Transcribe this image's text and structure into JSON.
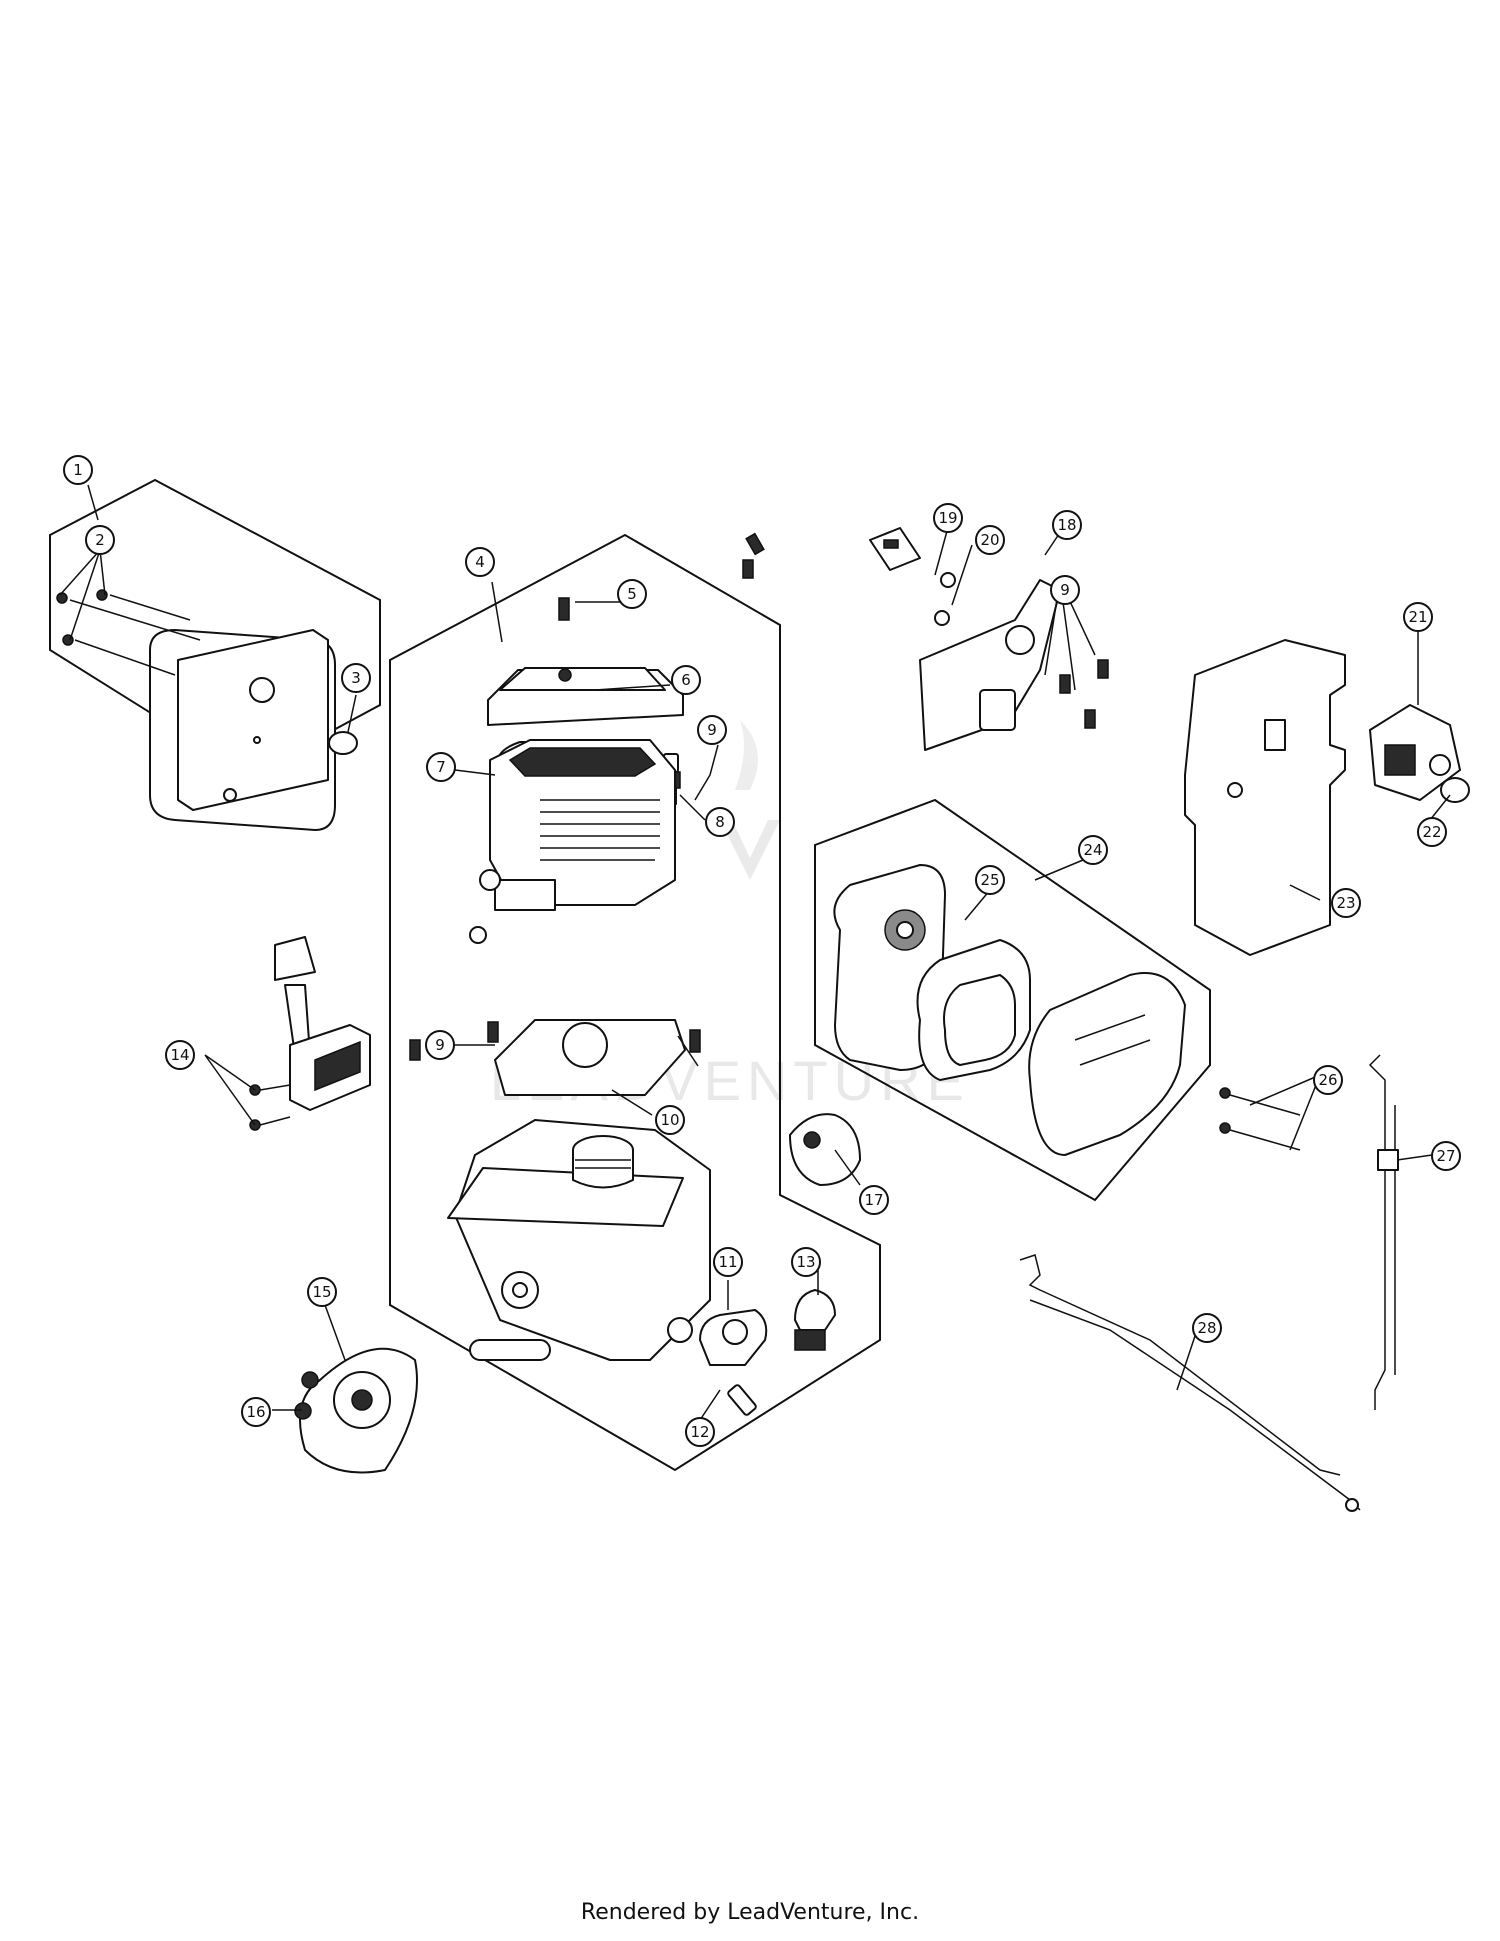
{
  "footer": "Rendered by LeadVenture, Inc.",
  "watermark": "LEADVENTURE",
  "callouts": [
    "1",
    "2",
    "3",
    "4",
    "5",
    "6",
    "7",
    "8",
    "9",
    "9",
    "9",
    "10",
    "11",
    "12",
    "13",
    "14",
    "15",
    "16",
    "17",
    "18",
    "19",
    "20",
    "21",
    "22",
    "23",
    "24",
    "25",
    "26",
    "27",
    "28"
  ]
}
